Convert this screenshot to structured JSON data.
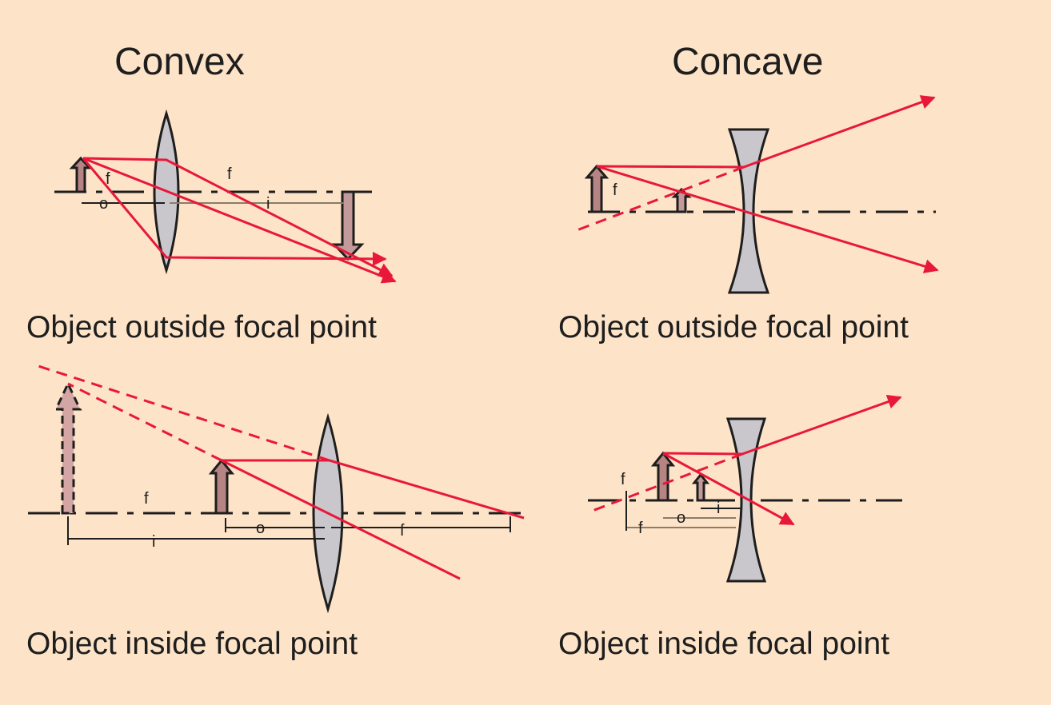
{
  "headings": {
    "convex": "Convex",
    "concave": "Concave"
  },
  "captions": {
    "convex_outside": "Object outside focal point",
    "concave_outside": "Object outside focal point",
    "convex_inside": "Object inside focal point",
    "concave_inside": "Object inside focal point"
  },
  "labels": {
    "f": "f",
    "o": "o",
    "i": "i"
  },
  "colors": {
    "background": "#fde3c7",
    "ray": "#e8183a",
    "lens": "#c9c7cb",
    "object": "#b78484"
  }
}
